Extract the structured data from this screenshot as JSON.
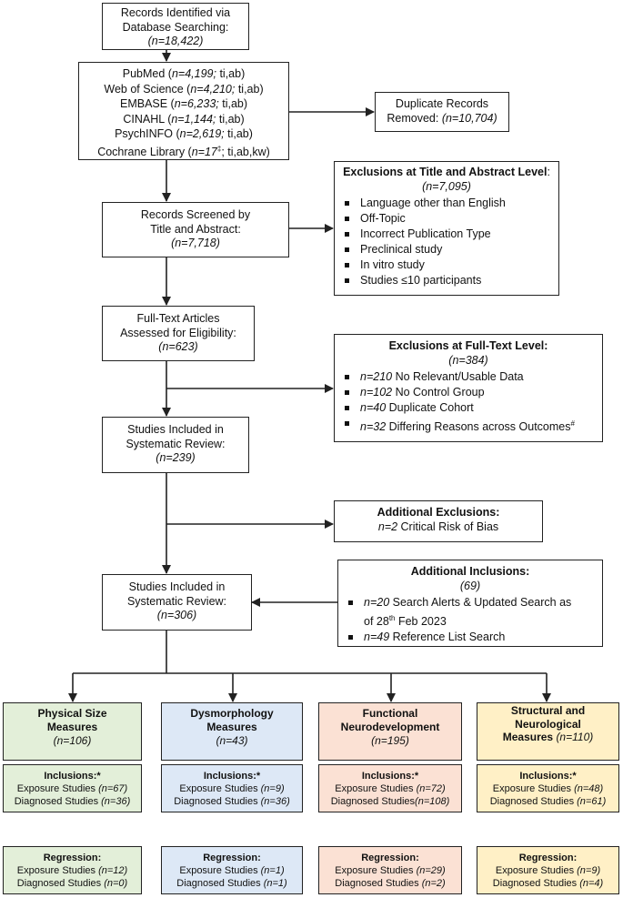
{
  "identified": {
    "line1": "Records Identified via",
    "line2": "Database Searching:",
    "count": "(n=18,422)"
  },
  "databases": [
    {
      "name": "PubMed (",
      "n": "n=4,199;",
      "rest": " ti,ab)"
    },
    {
      "name": "Web of Science  (",
      "n": "n=4,210;",
      "rest": " ti,ab)"
    },
    {
      "name": "EMBASE (",
      "n": "n=6,233;",
      "rest": " ti,ab)"
    },
    {
      "name": "CINAHL (",
      "n": "n=1,144;",
      "rest": " ti,ab)"
    },
    {
      "name": "PsychINFO (",
      "n": "n=2,619;",
      "rest": " ti,ab)"
    },
    {
      "name": "Cochrane Library (",
      "n": "n=17",
      "sup": "‡",
      "rest": "; ti,ab,kw)"
    }
  ],
  "duplicates": {
    "line1": "Duplicate Records",
    "line2": "Removed: ",
    "count": "(n=10,704)"
  },
  "screened": {
    "line1": "Records Screened by",
    "line2": "Title and Abstract:",
    "count": "(n=7,718)"
  },
  "title_excl": {
    "title_bold": "Exclusions at Title and Abstract Level",
    "title_colon": ":",
    "count": "(n=7,095)",
    "items": [
      "Language other than English",
      "Off-Topic",
      "Incorrect Publication Type",
      "Preclinical study",
      "In vitro study",
      "Studies ≤10 participants"
    ]
  },
  "fulltext": {
    "line1": "Full-Text Articles",
    "line2": "Assessed for Eligibility:",
    "count": "(n=623)"
  },
  "ft_excl": {
    "title": "Exclusions at Full-Text Level:",
    "count": "(n=384)",
    "items": [
      {
        "n": "n=210",
        "text": " No Relevant/Usable Data"
      },
      {
        "n": "n=102",
        "text": " No Control Group"
      },
      {
        "n": "n=40",
        "text": " Duplicate Cohort"
      },
      {
        "n": "n=32",
        "text": " Differing Reasons across Outcomes",
        "sup": "#"
      }
    ]
  },
  "included1": {
    "line1": "Studies Included in",
    "line2": "Systematic Review:",
    "count": "(n=239)"
  },
  "add_excl": {
    "title": "Additional Exclusions:",
    "n": "n=2",
    "text": " Critical Risk of Bias"
  },
  "included2": {
    "line1": "Studies Included in",
    "line2": "Systematic Review:",
    "count": "(n=306)"
  },
  "add_incl": {
    "title": "Additional Inclusions:",
    "count": "(69)",
    "item1_n": "n=20",
    "item1_text": " Search Alerts & Updated Search as",
    "item1_cont": "of 28",
    "item1_sup": "th",
    "item1_end": " Feb 2023",
    "item2_n": "n=49",
    "item2_text": " Reference List Search"
  },
  "categories": [
    {
      "title1": "Physical Size",
      "title2": "Measures",
      "count": "(n=106)",
      "incl_title": "Inclusions:*",
      "incl_exp": "Exposure Studies ",
      "incl_exp_n": "(n=67)",
      "incl_diag": "Diagnosed Studies ",
      "incl_diag_n": "(n=36)",
      "reg_title": "Regression:",
      "reg_exp": "Exposure Studies ",
      "reg_exp_n": "(n=12)",
      "reg_diag": "Diagnosed Studies ",
      "reg_diag_n": "(n=0)"
    },
    {
      "title1": "Dysmorphology",
      "title2": "Measures",
      "count": "(n=43)",
      "incl_title": "Inclusions:*",
      "incl_exp": "Exposure Studies ",
      "incl_exp_n": "(n=9)",
      "incl_diag": "Diagnosed Studies ",
      "incl_diag_n": "(n=36)",
      "reg_title": "Regression:",
      "reg_exp": "Exposure Studies ",
      "reg_exp_n": "(n=1)",
      "reg_diag": "Diagnosed Studies ",
      "reg_diag_n": "(n=1)"
    },
    {
      "title1": "Functional",
      "title2": "Neurodevelopment",
      "count": "(n=195)",
      "incl_title": "Inclusions:*",
      "incl_exp": "Exposure Studies ",
      "incl_exp_n": "(n=72)",
      "incl_diag": "Diagnosed Studies",
      "incl_diag_n": "(n=108)",
      "reg_title": "Regression:",
      "reg_exp": "Exposure Studies ",
      "reg_exp_n": "(n=29)",
      "reg_diag": "Diagnosed Studies ",
      "reg_diag_n": "(n=2)"
    },
    {
      "title1": "Structural and",
      "title2": "Neurological",
      "title3": "Measures ",
      "count": "(n=110)",
      "incl_title": "Inclusions:*",
      "incl_exp": "Exposure Studies ",
      "incl_exp_n": "(n=48)",
      "incl_diag": "Diagnosed Studies ",
      "incl_diag_n": "(n=61)",
      "reg_title": "Regression:",
      "reg_exp": "Exposure Studies ",
      "reg_exp_n": "(n=9)",
      "reg_diag": "Diagnosed Studies ",
      "reg_diag_n": "(n=4)"
    }
  ],
  "colors": {
    "physical": "#e3efd9",
    "dysmorph": "#dde8f6",
    "functional": "#fbe1d4",
    "structural": "#fff0c6",
    "line": "#222222"
  }
}
